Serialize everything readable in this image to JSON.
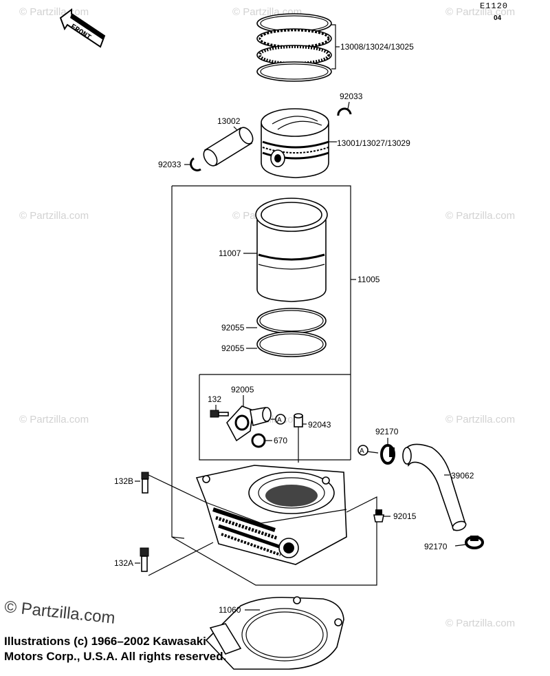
{
  "diagram": {
    "id": "E1120",
    "sub": "04",
    "front_label": "FRONT"
  },
  "watermark": {
    "text": "© Partzilla.com"
  },
  "callouts": {
    "piston_rings": "13008/13024/13025",
    "circlip_top": "92033",
    "piston_pin": "13002",
    "piston": "13001/13027/13029",
    "circlip_left": "92033",
    "sleeve": "11007",
    "cylinder": "11005",
    "oring_upper": "92055",
    "oring_lower": "92055",
    "bolt_132": "132",
    "fitting": "92005",
    "dowel": "92043",
    "oring_670": "670",
    "clamp_top": "92170",
    "hose": "39062",
    "plug": "92015",
    "clamp_bottom": "92170",
    "bolt_132b": "132B",
    "bolt_132a": "132A",
    "gasket": "11060",
    "ref_a1": "A",
    "ref_a2": "A"
  },
  "footer": {
    "copyright_mark": "© Partzilla.com",
    "copyright_line1": "Illustrations (c) 1966–2002 Kawasaki",
    "copyright_line2": "Motors Corp., U.S.A.  All rights reserved."
  }
}
